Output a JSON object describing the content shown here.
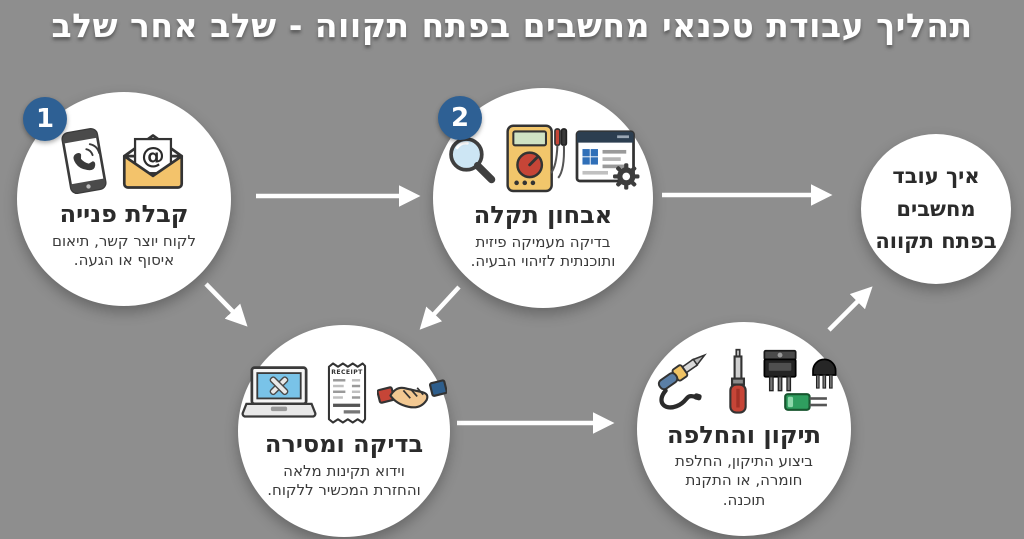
{
  "title": "תהליך עבודת טכנאי מחשבים בפתח תקווה - שלב אחר שלב",
  "colors": {
    "background": "#8e8e8e",
    "circle_fill": "#ffffff",
    "badge_fill": "#2e6094",
    "title_color": "#ffffff",
    "step_title_color": "#2b2b2b",
    "step_desc_color": "#3a3a3a",
    "arrow_color": "#ffffff"
  },
  "steps": [
    {
      "badge": "1",
      "title": "קבלת פנייה",
      "description": "לקוח יוצר קשר, תיאום איסוף או הגעה.",
      "icons": [
        "smartphone-call-icon",
        "email-envelope-icon"
      ]
    },
    {
      "badge": "2",
      "title": "אבחון תקלה",
      "description": "בדיקה מעמיקה פיזית ותוכנתית לזיהוי הבעיה.",
      "icons": [
        "magnifying-glass-icon",
        "multimeter-icon",
        "software-window-gear-icon"
      ]
    },
    {
      "title": "בדיקה ומסירה",
      "description": "וידוא תקינות מלאה והחזרת המכשיר ללקוח.",
      "icons": [
        "laptop-tools-icon",
        "receipt-icon",
        "handshake-icon"
      ]
    },
    {
      "title": "תיקון והחלפה",
      "description": "ביצוע התיקון, החלפת חומרה, או התקנת תוכנה.",
      "icons": [
        "soldering-iron-icon",
        "screwdriver-icon",
        "electronic-components-icon"
      ]
    }
  ],
  "end_node": {
    "label": "איך עובד\nמחשבים\nבפתח תקווה"
  },
  "icon_text": {
    "envelope_at_symbol": "@",
    "receipt_label": "RECEIPT"
  }
}
